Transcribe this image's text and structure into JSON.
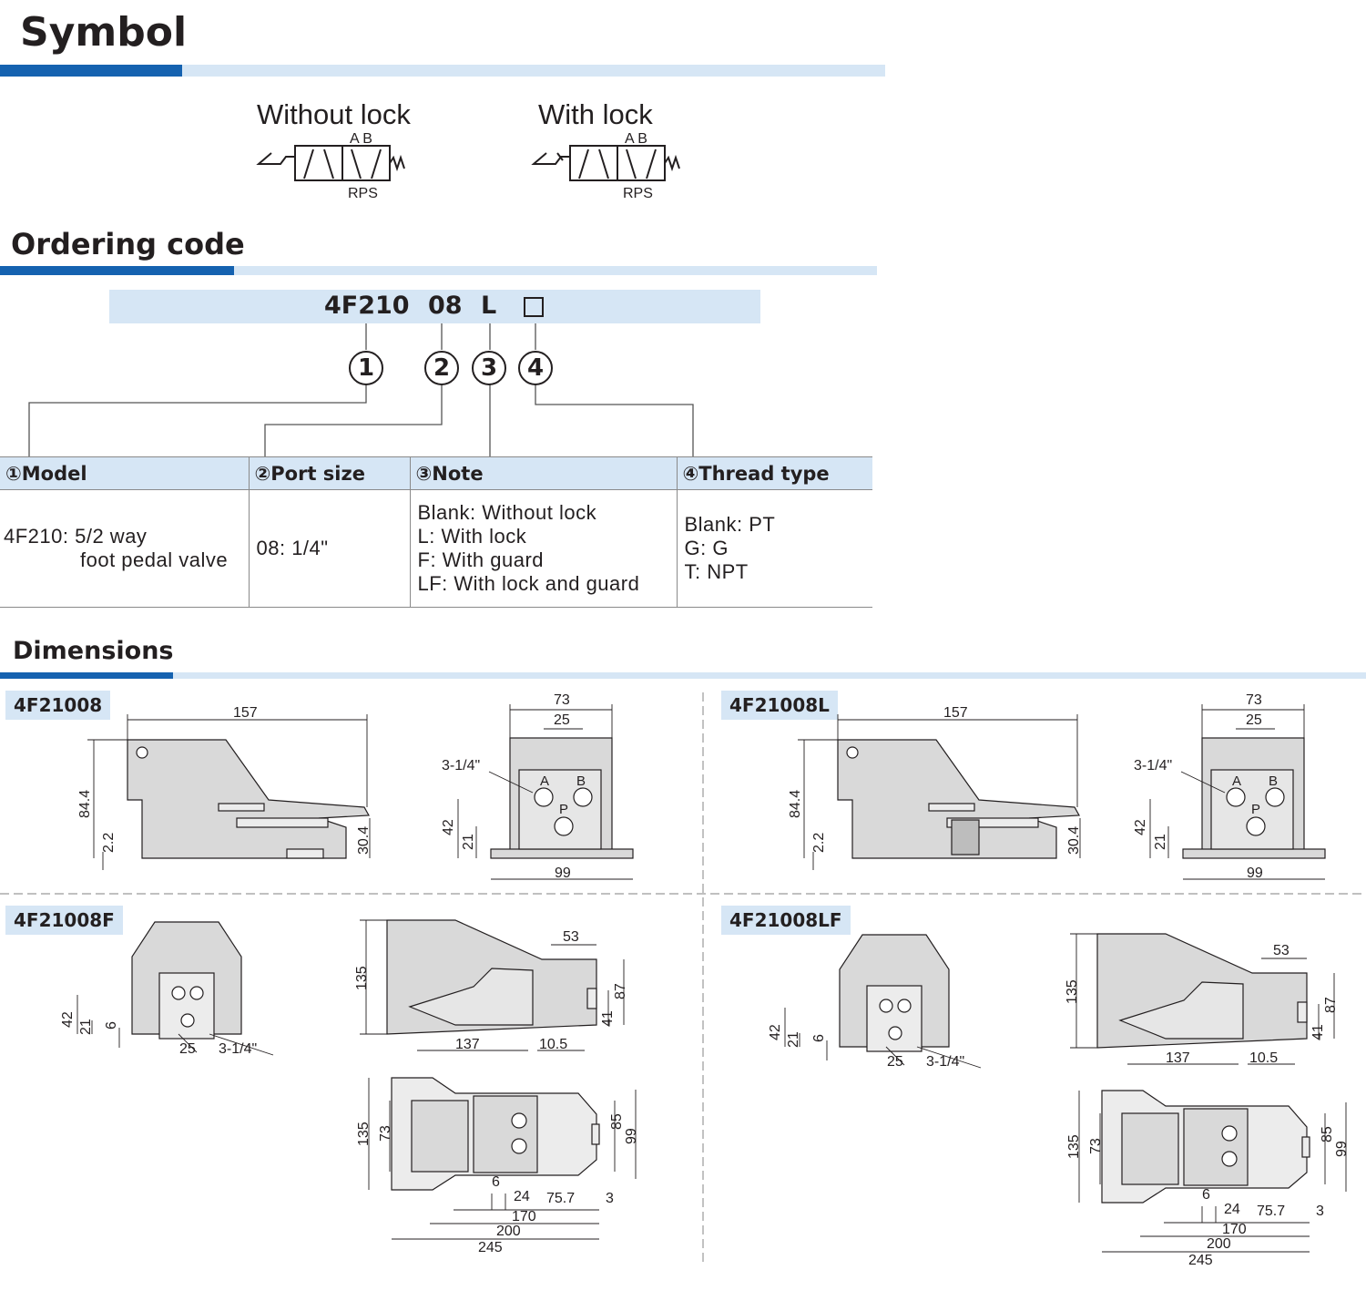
{
  "symbol": {
    "title": "Symbol",
    "without_lock_label": "Without lock",
    "with_lock_label": "With lock",
    "port_top": "A B",
    "port_bottom": "RPS"
  },
  "ordering": {
    "title": "Ordering code",
    "code_parts": [
      "4F210",
      "08",
      "L"
    ],
    "numbers": [
      "1",
      "2",
      "3",
      "4"
    ],
    "headers": [
      "①Model",
      "②Port size",
      "③Note",
      "④Thread type"
    ],
    "model_lines": [
      "4F210: 5/2 way",
      "foot pedal valve"
    ],
    "port_size": "08: 1/4\"",
    "note_lines": [
      "Blank: Without lock",
      "L: With lock",
      "F: With guard",
      "LF: With lock and guard"
    ],
    "thread_lines": [
      "Blank: PT",
      "G: G",
      "T: NPT"
    ]
  },
  "dimensions": {
    "title": "Dimensions",
    "models": [
      "4F21008",
      "4F21008L",
      "4F21008F",
      "4F21008LF"
    ],
    "side": {
      "length": "157",
      "height": "84.4",
      "base": "2.2",
      "pedal": "30.4"
    },
    "front": {
      "width": "73",
      "spacing": "25",
      "port": "3-1/4\"",
      "a": "A",
      "b": "B",
      "p": "P",
      "h1": "42",
      "h2": "21",
      "base": "99"
    },
    "guard_front": {
      "h1": "42",
      "h2": "21",
      "h3": "6",
      "spacing": "25",
      "port": "3-1/4\""
    },
    "guard_side": {
      "height": "135",
      "top": "53",
      "h1": "87",
      "h2": "41",
      "len": "137",
      "offset": "10.5"
    },
    "guard_top": {
      "h": "135",
      "h2": "73",
      "w1": "85",
      "w2": "99",
      "d1": "6",
      "d2": "24",
      "d3": "75.7",
      "d4": "3",
      "l1": "170",
      "l2": "200",
      "l3": "245"
    }
  }
}
